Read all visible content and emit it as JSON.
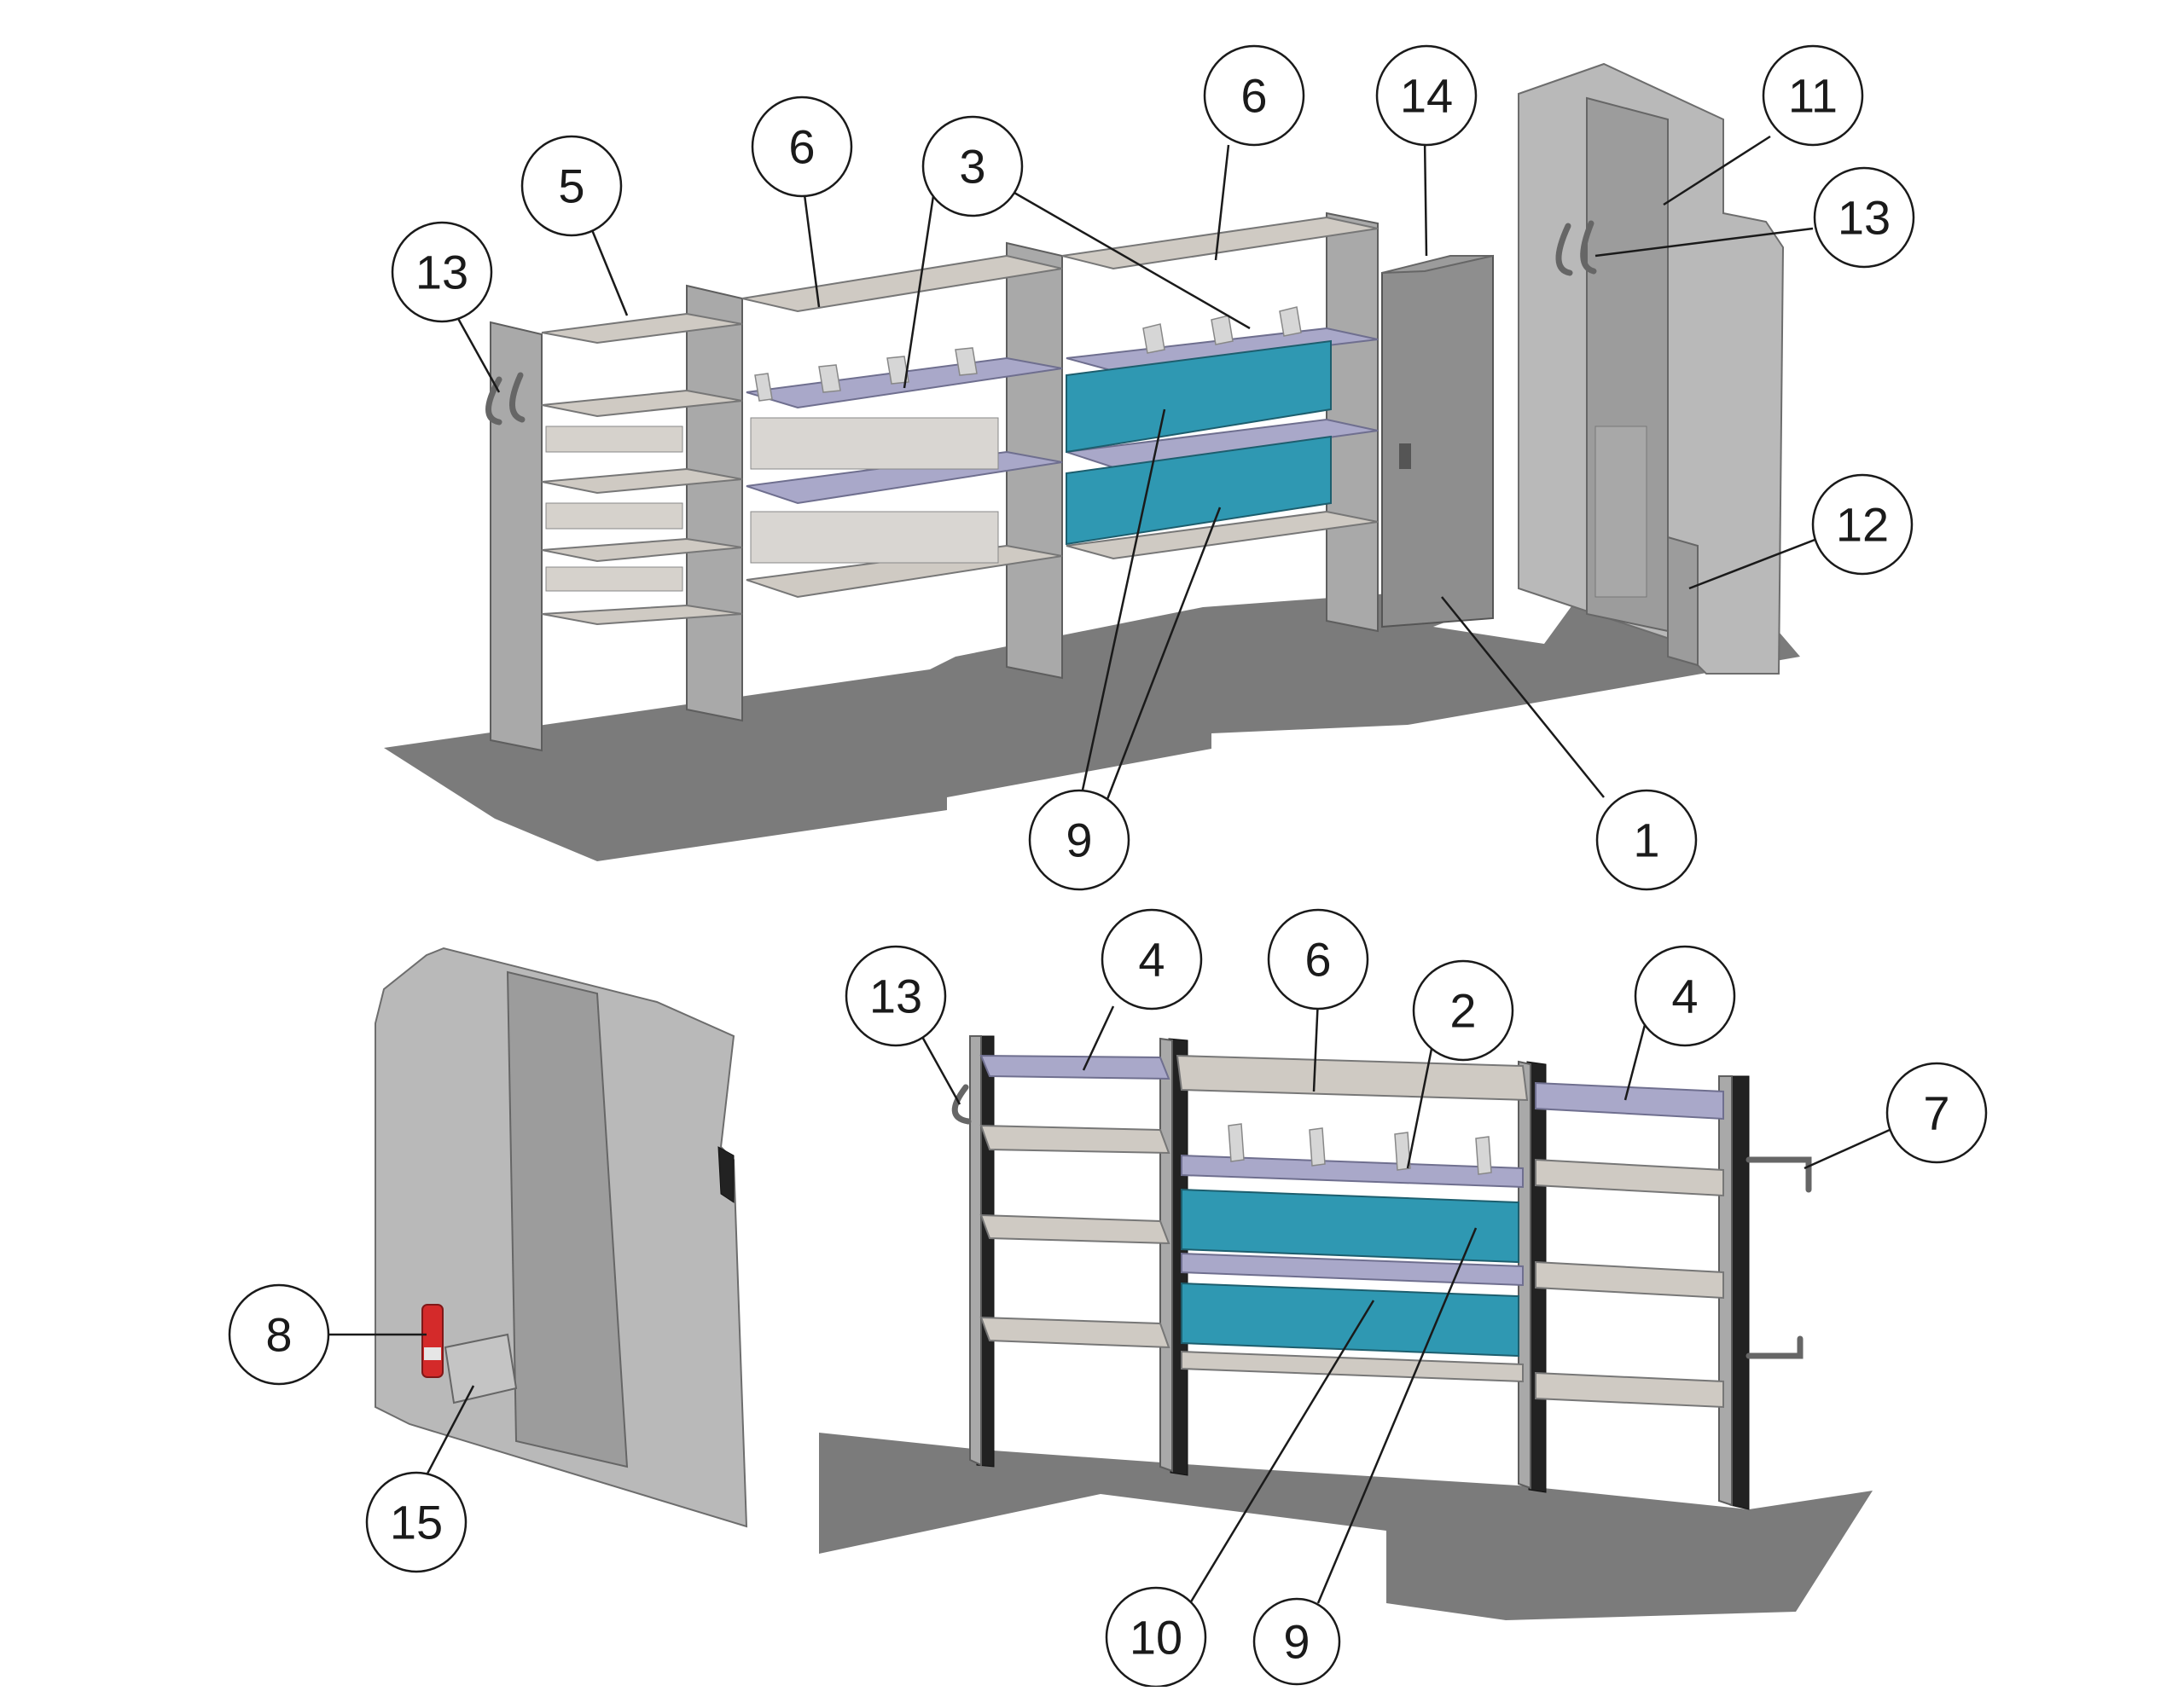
{
  "callouts": {
    "c1": "1",
    "c2": "2",
    "c3": "3",
    "c4a": "4",
    "c4b": "4",
    "c5": "5",
    "c6a": "6",
    "c6b": "6",
    "c6c": "6",
    "c7": "7",
    "c8": "8",
    "c9a": "9",
    "c9b": "9",
    "c10": "10",
    "c11": "11",
    "c12": "12",
    "c13a": "13",
    "c13b": "13",
    "c13c": "13",
    "c14": "14",
    "c15": "15"
  },
  "colors": {
    "floor": "#7b7b7b",
    "bins": "#2f98b2",
    "shelf": "#cfcac3",
    "shelf_blue": "#a9a8c9",
    "extinguisher": "#d42a2a"
  }
}
